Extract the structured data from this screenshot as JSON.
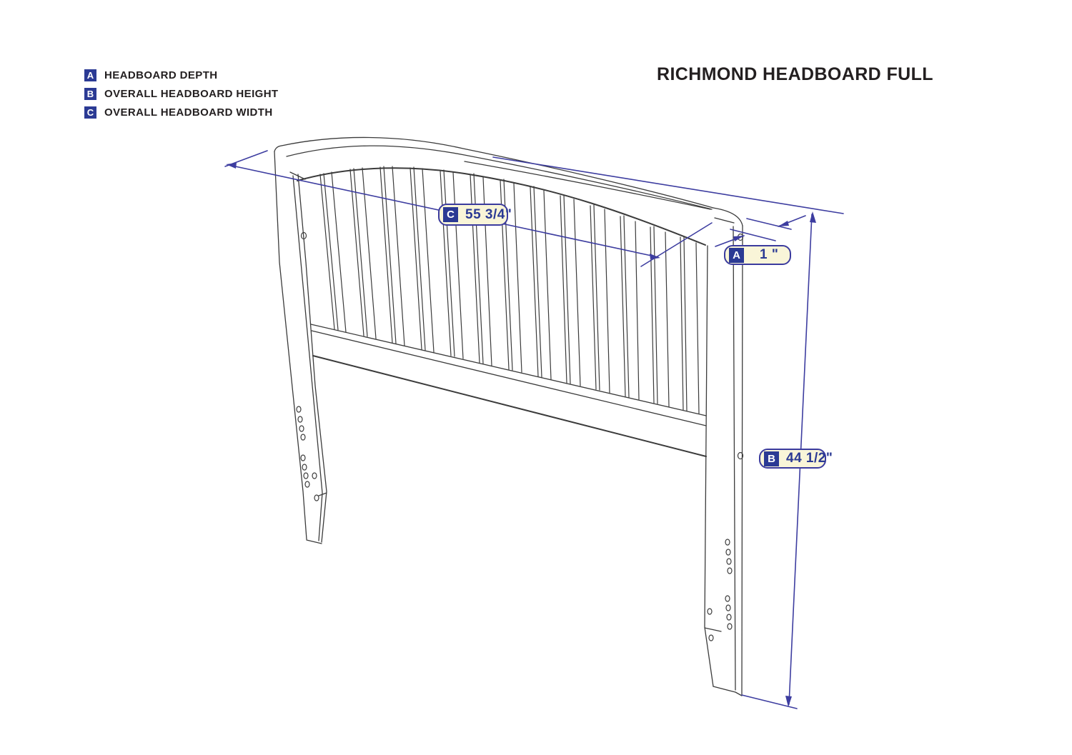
{
  "title": "RICHMOND HEADBOARD FULL",
  "legend": [
    {
      "key": "A",
      "label": "HEADBOARD DEPTH"
    },
    {
      "key": "B",
      "label": "OVERALL HEADBOARD HEIGHT"
    },
    {
      "key": "C",
      "label": "OVERALL HEADBOARD WIDTH"
    }
  ],
  "dimensions": {
    "width": {
      "key": "C",
      "value": "55 3/4\""
    },
    "depth": {
      "key": "A",
      "value": "1 \""
    },
    "height": {
      "key": "B",
      "value": "44 1/2\""
    }
  },
  "colors": {
    "dimension_blue": "#3d3da0",
    "badge_background": "#f9f5d8",
    "badge_border": "#3b3b9e",
    "badge_text": "#2b3a94",
    "key_square_blue": "#2b3a94",
    "drawing_line": "#3b3b3b",
    "text_black": "#231f20"
  }
}
